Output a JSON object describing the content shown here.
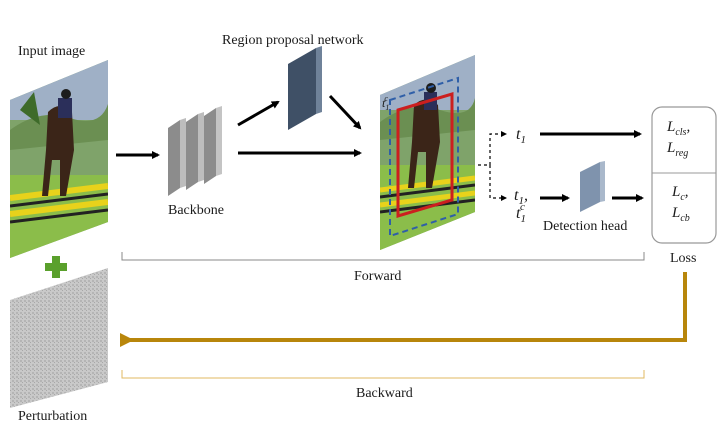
{
  "labels": {
    "input_image": "Input image",
    "rpn": "Region proposal network",
    "backbone": "Backbone",
    "detection_head": "Detection head",
    "loss": "Loss",
    "forward": "Forward",
    "backward": "Backward",
    "perturbation": "Perturbation"
  },
  "math": {
    "t1": "t",
    "t1_sub": "1",
    "t1c_t": "t",
    "t1c_sub": "1",
    "t1c_sup": "c",
    "box_label": "t",
    "box_label_sub": "1",
    "box_label_sup": "c"
  },
  "loss_terms": {
    "l_cls_main": "L",
    "l_cls_sub": "cls",
    "l_reg_main": "L",
    "l_reg_sub": "reg",
    "l_c_main": "L",
    "l_c_sub": "c",
    "l_cb_main": "L",
    "l_cb_sub": "cb",
    "sep": ","
  },
  "colors": {
    "arrow": "#000000",
    "backward_arrow": "#b8860b",
    "plus": "#5aa02c",
    "backbone": "#9a9a9a",
    "rpn_block": "#3f5066",
    "head_block": "#7f93ad",
    "pred_box": "#cc1f1f",
    "anchor_box": "#2f5fa8",
    "bracket": "#888888"
  }
}
